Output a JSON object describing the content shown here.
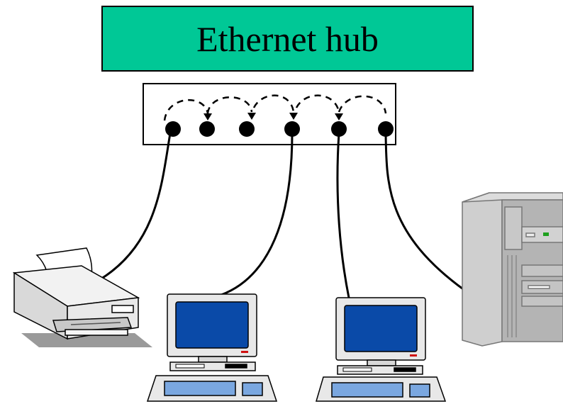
{
  "hub": {
    "title": "Ethernet hub",
    "label_bg_color": "#00c896",
    "port_count": 6
  },
  "devices": [
    {
      "kind": "printer",
      "icon": "printer-icon"
    },
    {
      "kind": "desktop-computer",
      "icon": "computer-icon"
    },
    {
      "kind": "desktop-computer",
      "icon": "computer-icon"
    },
    {
      "kind": "tower-server",
      "icon": "server-tower-icon"
    }
  ],
  "colors": {
    "screen": "#0a4aa8",
    "device_body": "#e8e8e8",
    "server_body": "#b4b4b4",
    "cable": "#000000"
  }
}
